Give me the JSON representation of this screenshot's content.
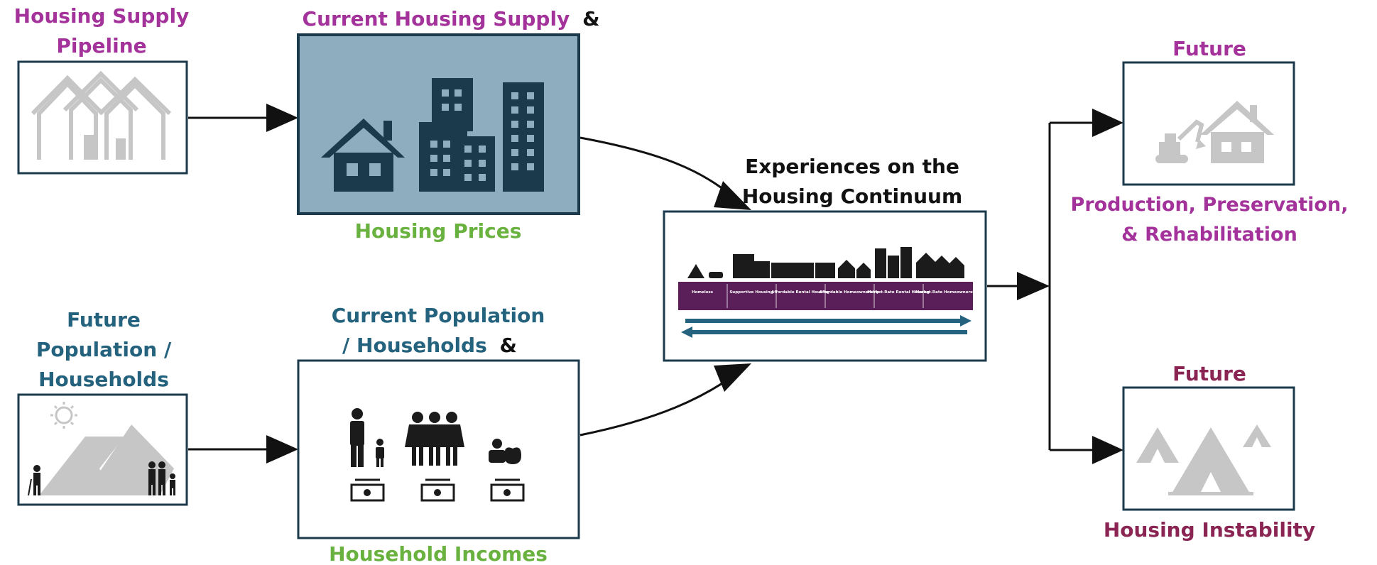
{
  "colors": {
    "purple": "#a3339a",
    "teal": "#24627e",
    "green": "#6ab23f",
    "maroon": "#8a2553",
    "supply_box_fill": "#8eaec0",
    "icon_dark": "#1b3a4b",
    "icon_gray": "#c6c6c6"
  },
  "nodes": {
    "pipeline": {
      "title_line1": "Housing Supply",
      "title_line2": "Pipeline",
      "icon": "houses-icon"
    },
    "current_supply": {
      "title": "Current Housing Supply",
      "title_joiner": "&",
      "subtitle": "Housing Prices",
      "icon": "buildings-icon"
    },
    "future_population": {
      "title_line1": "Future",
      "title_line2": "Population /",
      "title_line3": "Households",
      "icon": "sun-mountains-people-icon"
    },
    "current_population": {
      "title_line1": "Current Population",
      "title_line2": "/ Households",
      "title_joiner": "&",
      "subtitle": "Household Incomes",
      "icon": "families-money-icon"
    },
    "continuum": {
      "title_line1": "Experiences on the",
      "title_line2": "Housing Continuum",
      "icon": "housing-continuum-icon",
      "categories": [
        "Homeless",
        "Supportive Housing",
        "Affordable Rental Housing",
        "Affordable Homeownership",
        "Market-Rate Rental Housing",
        "Market-Rate Homeownership"
      ]
    },
    "future_production": {
      "title": "Future",
      "subtitle_line1": "Production, Preservation,",
      "subtitle_line2": "& Rehabilitation",
      "icon": "excavator-house-icon"
    },
    "future_instability": {
      "title": "Future",
      "subtitle": "Housing Instability",
      "icon": "tents-icon"
    }
  }
}
